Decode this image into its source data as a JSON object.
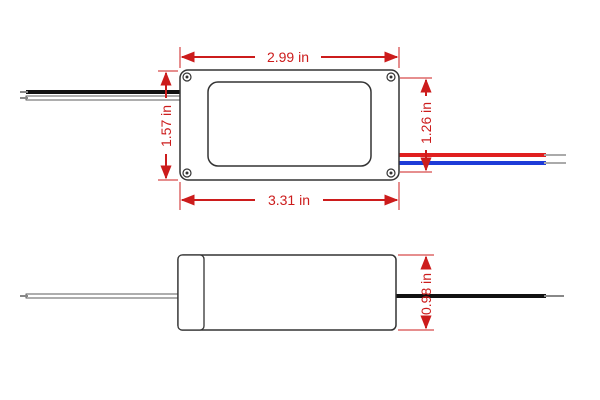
{
  "dimensions": {
    "top_width": "2.99 in",
    "left_height": "1.57 in",
    "right_height": "1.26 in",
    "bottom_width": "3.31 in",
    "side_height": "0.98 in"
  },
  "colors": {
    "dimension": "#cc1c1c",
    "outline": "#333333",
    "wire_red": "#e02020",
    "wire_blue": "#1d3bd8",
    "wire_black": "#111111"
  }
}
